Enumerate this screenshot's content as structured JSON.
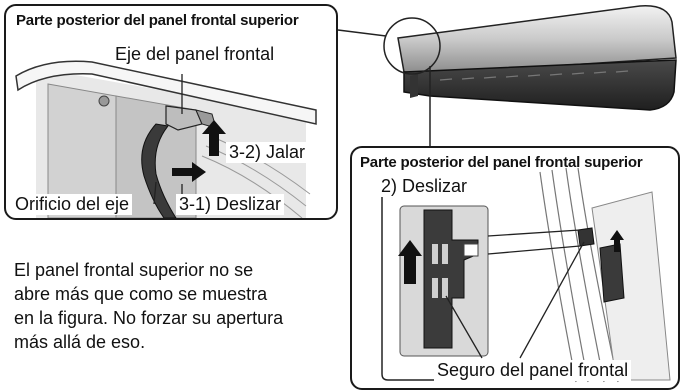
{
  "left_panel": {
    "title": "Parte posterior del panel frontal superior",
    "labels": {
      "axis": "Eje del panel frontal",
      "pull": "3-2) Jalar",
      "hole": "Orificio del eje",
      "slide": "3-1) Deslizar"
    }
  },
  "right_panel": {
    "title": "Parte posterior del panel frontal superior",
    "labels": {
      "slide": "2)  Deslizar",
      "lock": "Seguro del panel frontal"
    }
  },
  "note": {
    "lines": [
      "El panel frontal superior no se",
      "abre más que como se muestra",
      "en la figura. No forzar su apertura",
      "más allá de eso."
    ]
  }
}
